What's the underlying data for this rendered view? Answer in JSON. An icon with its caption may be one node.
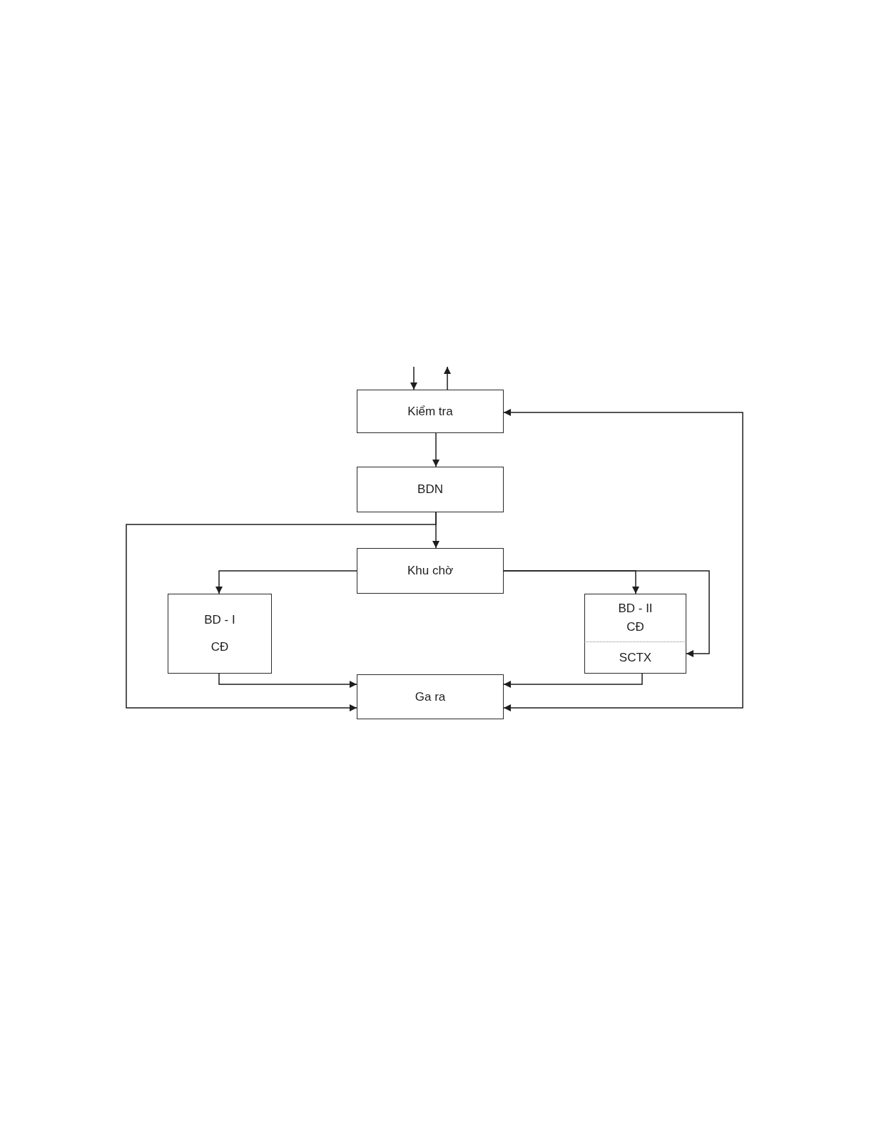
{
  "diagram": {
    "nodes": [
      {
        "text": [
          "Kiểm tra"
        ]
      },
      {
        "text": [
          "BDN"
        ]
      },
      {
        "text": [
          "Khu chờ"
        ]
      },
      {
        "text": [
          "BD - I",
          "CĐ"
        ]
      },
      {
        "text": [
          "BD - II",
          "CĐ"
        ]
      },
      {
        "text": [
          "SCTX"
        ]
      },
      {
        "text": [
          "Ga ra"
        ]
      }
    ],
    "edges": [
      {
        "from": null,
        "to": 0,
        "arrow": "to"
      },
      {
        "from": 0,
        "to": null,
        "arrow": "to"
      },
      {
        "from": 0,
        "to": 1,
        "arrow": "to"
      },
      {
        "from": 1,
        "to": 2,
        "arrow": "to"
      },
      {
        "from": 1,
        "to": 6,
        "arrow": "to"
      },
      {
        "from": 2,
        "to": 3,
        "arrow": "to"
      },
      {
        "from": 2,
        "to": 4,
        "arrow": "to"
      },
      {
        "from": 2,
        "to": 5,
        "arrow": "to"
      },
      {
        "from": 3,
        "to": 6,
        "arrow": "to"
      },
      {
        "from": 5,
        "to": 6,
        "arrow": "to"
      },
      {
        "from": 6,
        "to": 0,
        "arrow": "both"
      }
    ]
  }
}
